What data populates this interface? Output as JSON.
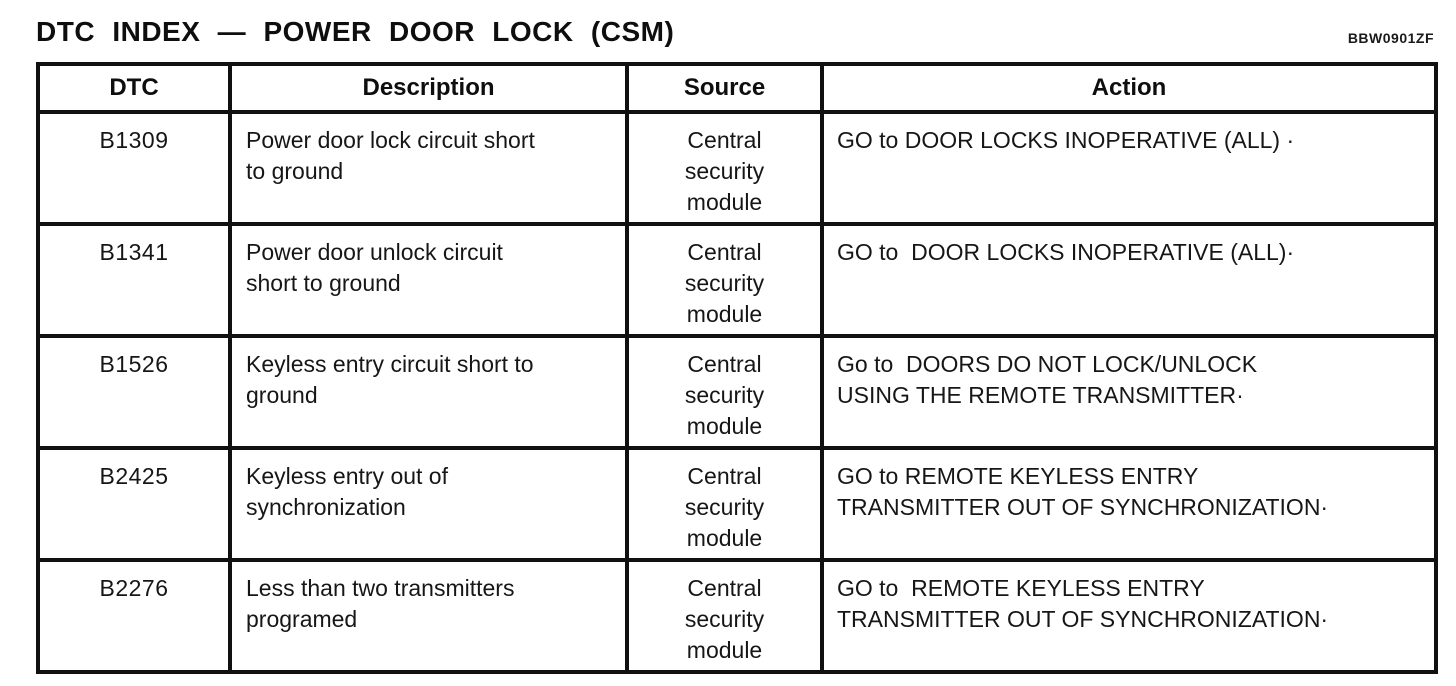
{
  "page": {
    "title": "DTC INDEX — POWER DOOR LOCK (CSM)",
    "doc_code": "BBW0901ZF"
  },
  "table": {
    "headers": {
      "dtc": "DTC",
      "description": "Description",
      "source": "Source",
      "action": "Action"
    },
    "rows": [
      {
        "dtc": "B1309",
        "description": "Power door lock circuit short\nto ground",
        "source": "Central\nsecurity\nmodule",
        "action": "GO to DOOR LOCKS INOPERATIVE (ALL) ·"
      },
      {
        "dtc": "B1341",
        "description": "Power door unlock circuit\nshort to ground",
        "source": "Central\nsecurity\nmodule",
        "action": "GO to  DOOR LOCKS INOPERATIVE (ALL)·"
      },
      {
        "dtc": "B1526",
        "description": "Keyless entry circuit short to\nground",
        "source": "Central\nsecurity\nmodule",
        "action": "Go to  DOORS DO NOT LOCK/UNLOCK\nUSING THE REMOTE TRANSMITTER·"
      },
      {
        "dtc": "B2425",
        "description": "Keyless entry out of\nsynchronization",
        "source": "Central\nsecurity\nmodule",
        "action": "GO to REMOTE KEYLESS ENTRY\nTRANSMITTER OUT OF SYNCHRONIZATION·"
      },
      {
        "dtc": "B2276",
        "description": "Less than two transmitters\nprogramed",
        "source": "Central\nsecurity\nmodule",
        "action": "GO to  REMOTE KEYLESS ENTRY\nTRANSMITTER OUT OF SYNCHRONIZATION·"
      }
    ]
  }
}
